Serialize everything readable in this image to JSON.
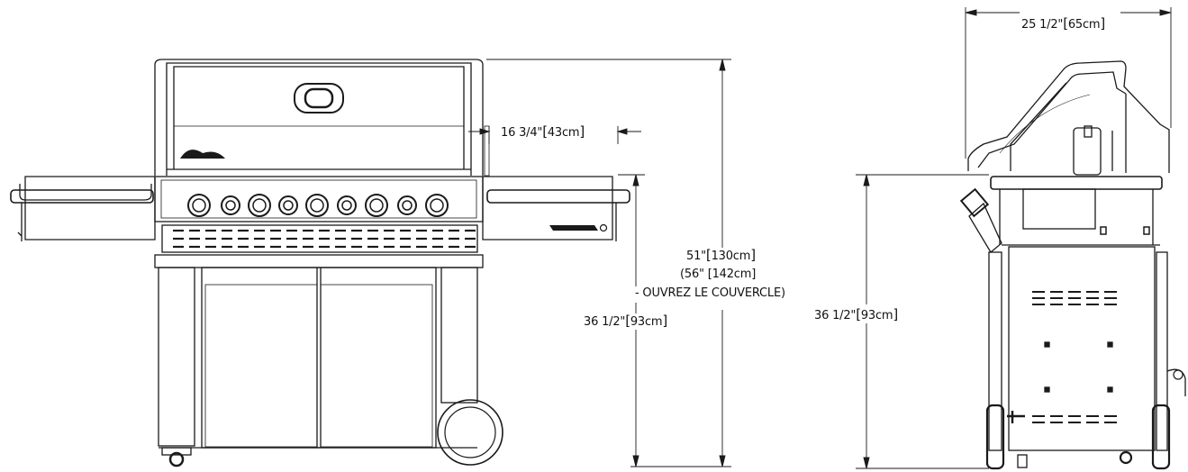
{
  "dimensions": {
    "depth": "25 1/2\"",
    "depth_metric": "65cm",
    "lid_offset": "16 3/4\"",
    "lid_offset_metric": "43cm",
    "height_total": "51\"",
    "height_total_metric": "130cm",
    "height_open": "(56\" [142cm]",
    "height_open_note": "- OUVREZ LE COUVERCLE)",
    "counter_height_front": "36 1/2\"",
    "counter_height_front_metric": "93cm",
    "counter_height_side": "36 1/2\"",
    "counter_height_side_metric": "93cm"
  },
  "colors": {
    "line": "#1a1a1a",
    "fill": "#ffffff",
    "grey": "#666666"
  }
}
